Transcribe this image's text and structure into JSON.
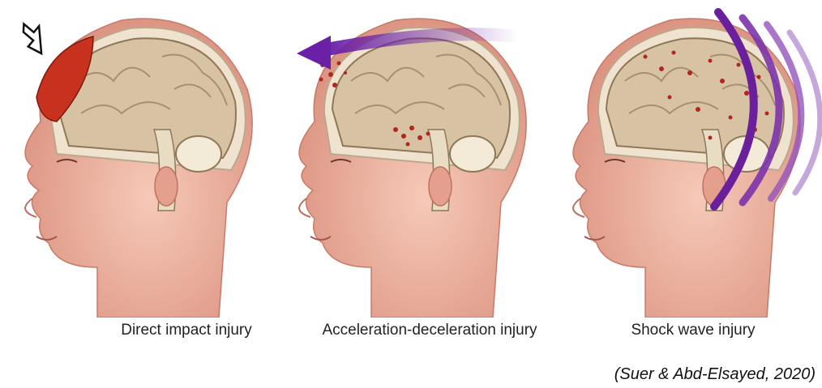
{
  "panels": [
    {
      "caption": "Direct impact injury"
    },
    {
      "caption": "Acceleration-deceleration injury"
    },
    {
      "caption": "Shock wave injury"
    }
  ],
  "citation": "(Suer & Abd-Elsayed, 2020)",
  "colors": {
    "skin": "#f0b5a2",
    "skin_shadow": "#d98c7a",
    "brain": "#d7c3a3",
    "brain_dark": "#a88f6d",
    "skull": "#efe3cf",
    "impact": "#c7321f",
    "wave": "#7a2aa0",
    "arrow": "#6a21a6",
    "blood": "#b3261e"
  },
  "icons": [
    "impact-arrow-icon",
    "motion-arrow-icon",
    "shock-wave-icon"
  ]
}
